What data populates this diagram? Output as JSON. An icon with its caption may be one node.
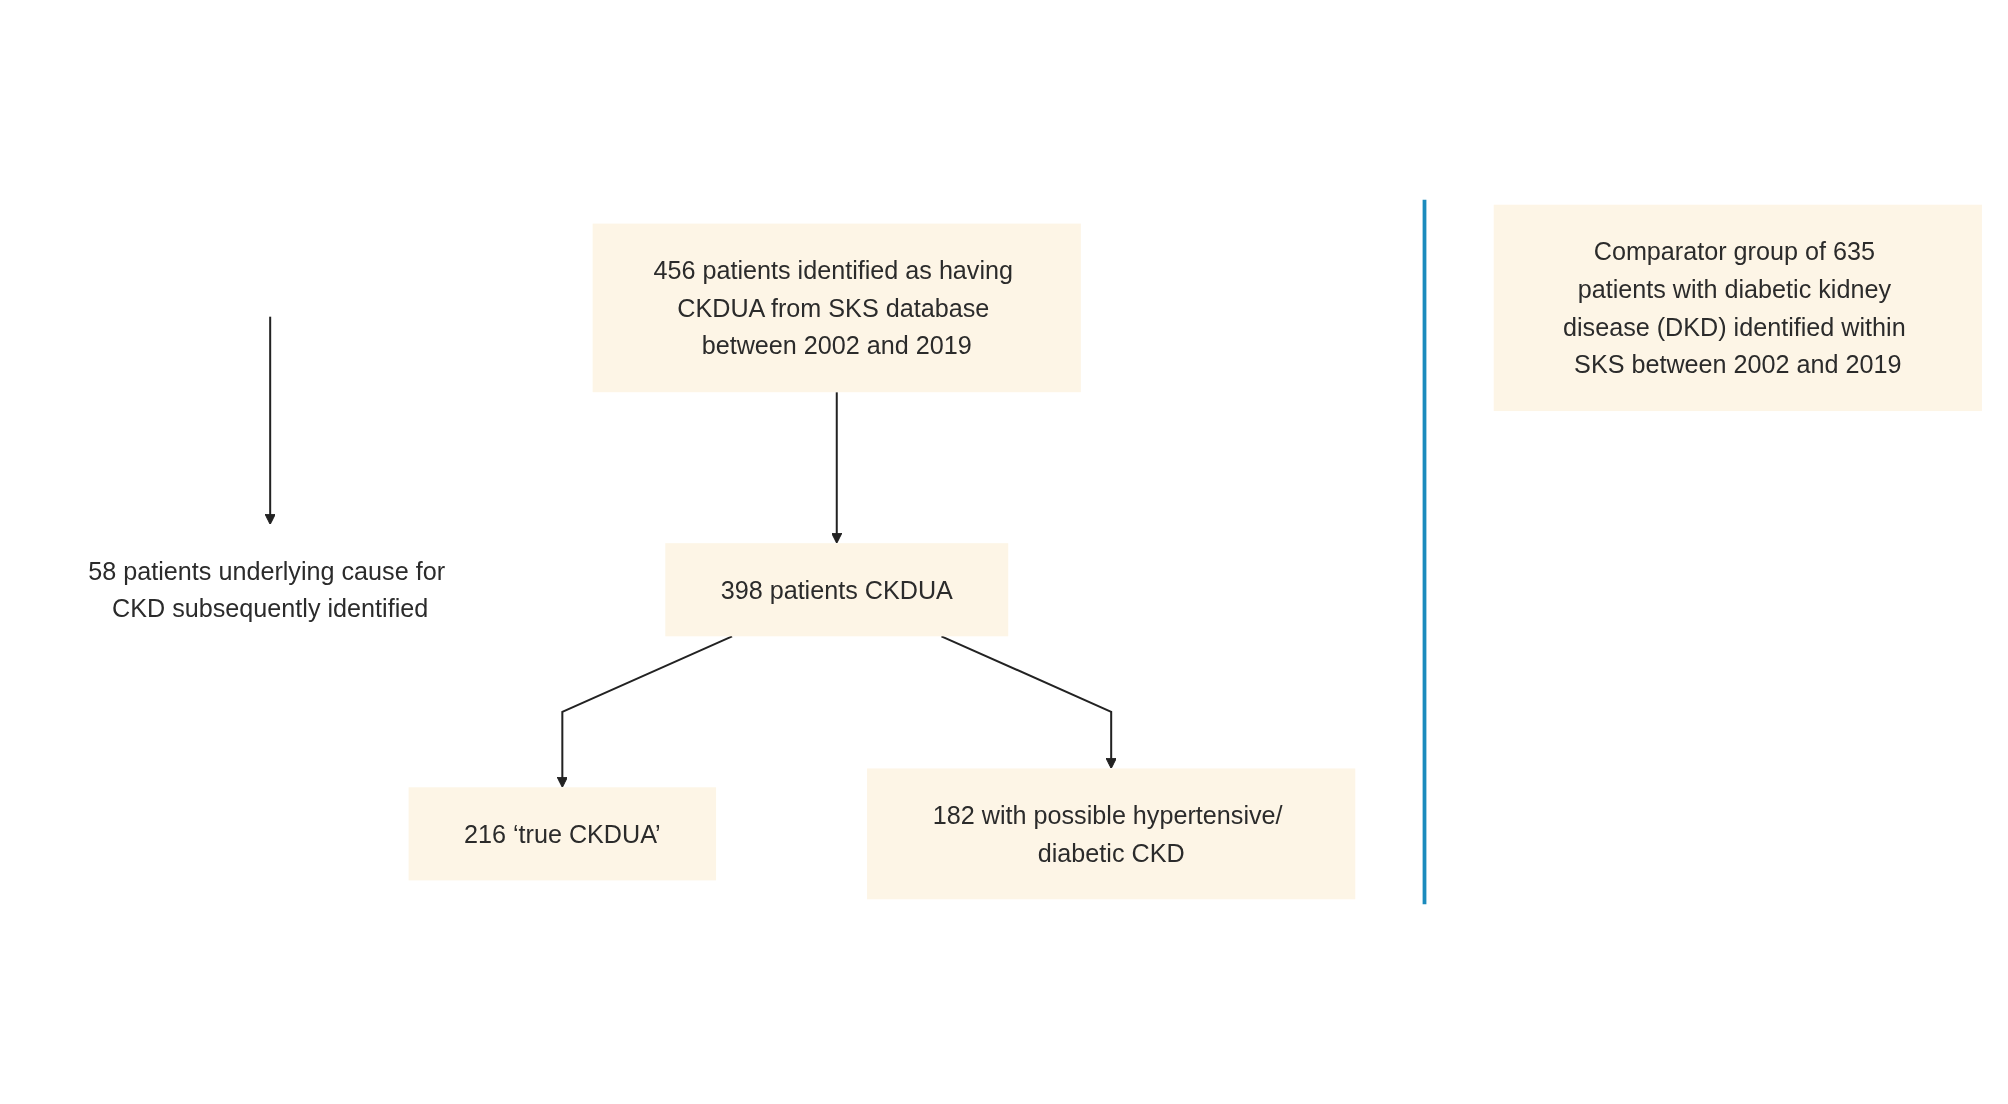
{
  "diagram": {
    "nodes": [
      {
        "text": [
          "456 patients identified as having CKDUA from SKS database between 2002 and 2019"
        ]
      },
      {
        "text": [
          "58 patients underlying cause for CKD subsequently identified"
        ]
      },
      {
        "text": [
          "398 patients CKDUA"
        ]
      },
      {
        "text": [
          "216 ‘true CKDUA’"
        ]
      },
      {
        "text": [
          "182 with possible hypertensive/ diabetic CKD"
        ]
      },
      {
        "text": [
          "Comparator group of 635 patients with diabetic kidney disease (DKD) identified within SKS between 2002 and 2019"
        ]
      }
    ],
    "edges": [
      {
        "from": 0,
        "to": 2,
        "arrow": "to"
      },
      {
        "from": null,
        "to": 1,
        "arrow": "to"
      },
      {
        "from": 2,
        "to": 3,
        "arrow": "to"
      },
      {
        "from": 2,
        "to": 4,
        "arrow": "to"
      }
    ]
  }
}
